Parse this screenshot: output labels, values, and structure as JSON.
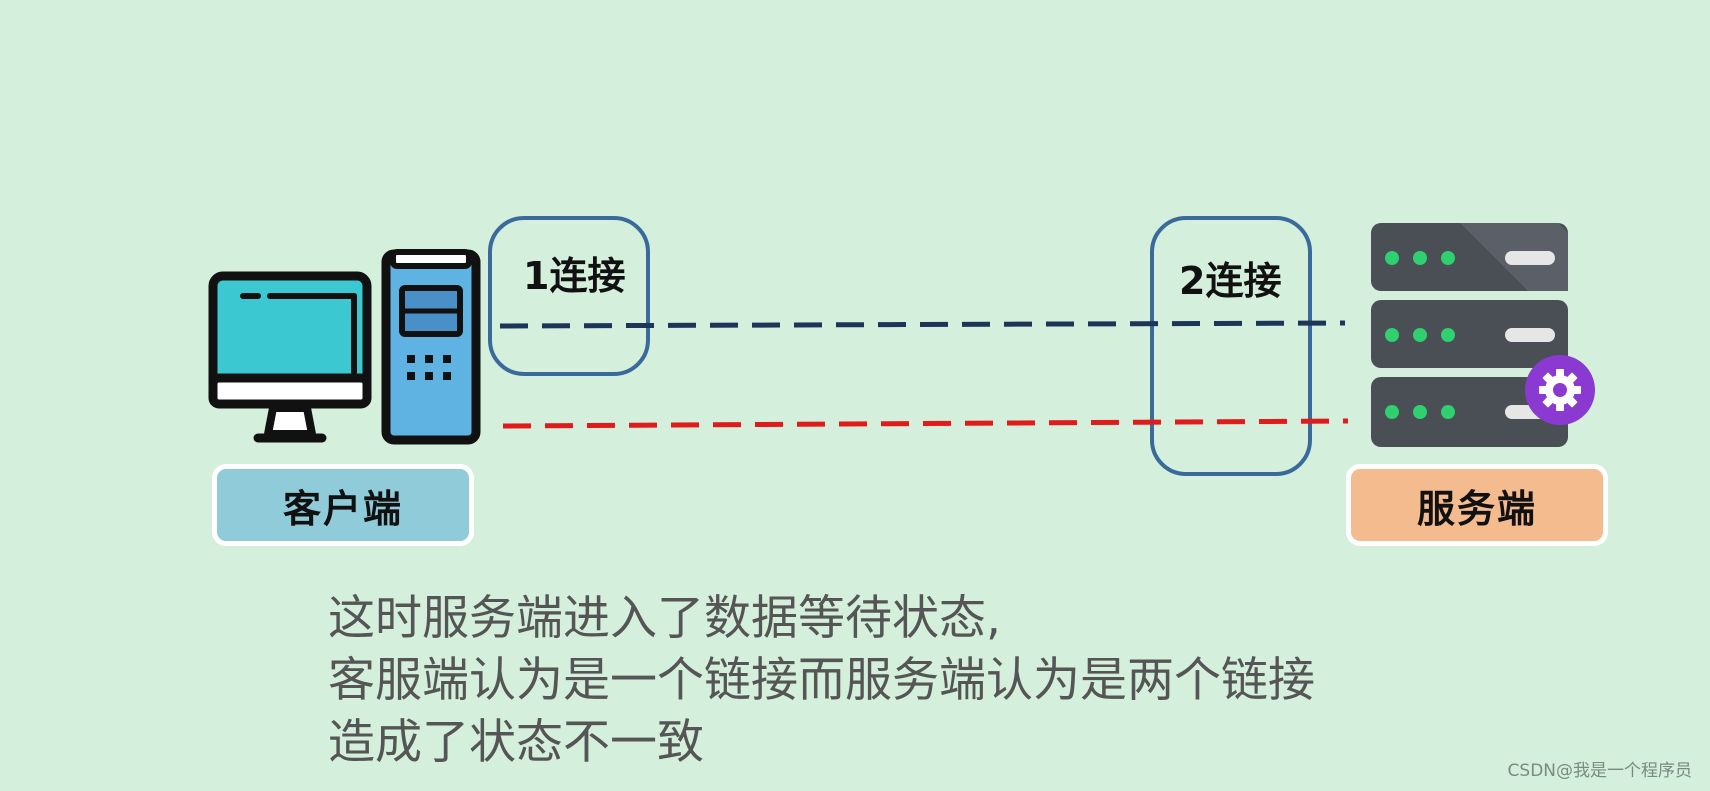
{
  "diagram": {
    "client_label": "客户端",
    "server_label": "服务端",
    "connection_1_label": "1连接",
    "connection_2_label": "2连接",
    "caption": {
      "line1": "这时服务端进入了数据等待状态,",
      "line2": "客服端认为是一个链接而服务端认为是两个链接",
      "line3": "造成了状态不一致"
    },
    "watermark": "CSDN@我是一个程序员",
    "colors": {
      "background": "#d4efdc",
      "line_blue": "#1d3557",
      "line_red": "#e01b1b",
      "highlight_box_border": "#3a6a9a",
      "client_box": "#8fcbd9",
      "server_box": "#f3bb8e",
      "gear_badge": "#8a3ad0"
    },
    "icons": {
      "client": "desktop-computer-icon",
      "server": "server-rack-icon",
      "badge": "gear-icon"
    }
  }
}
